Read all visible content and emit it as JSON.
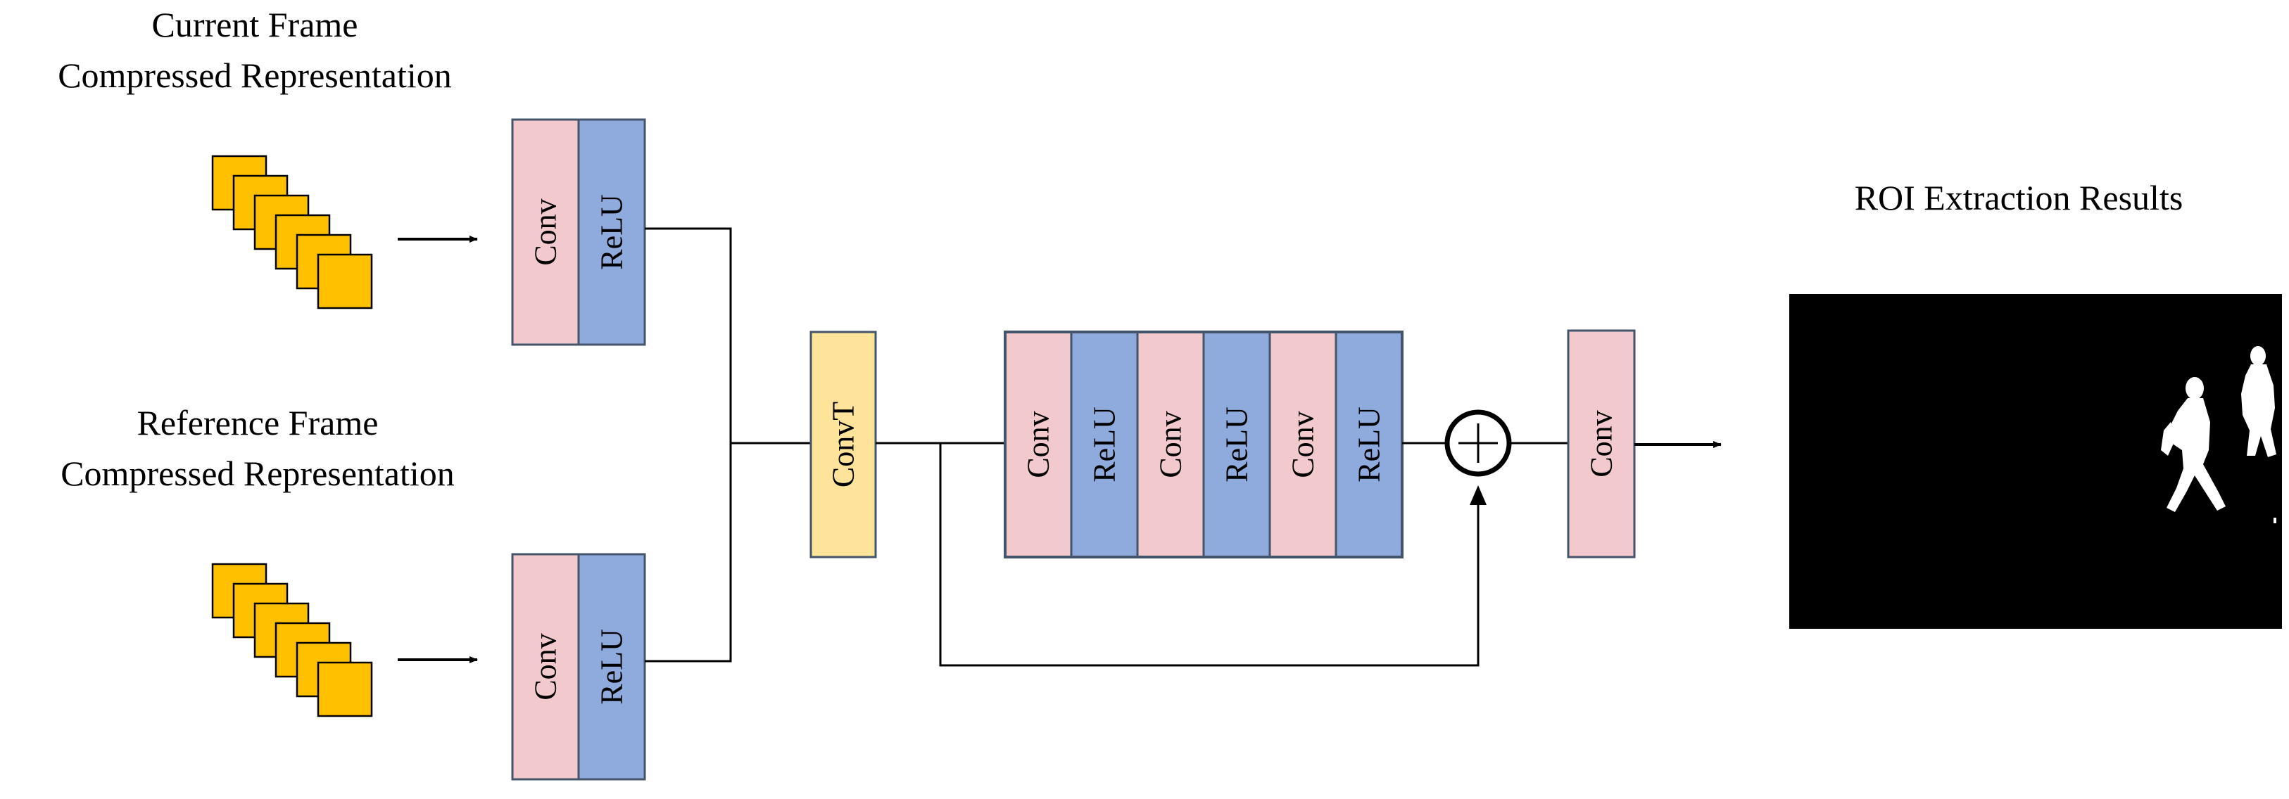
{
  "labels": {
    "current_frame_line1": "Current Frame",
    "current_frame_line2": "Compressed Representation",
    "reference_frame_line1": "Reference Frame",
    "reference_frame_line2": "Compressed Representation",
    "results_title": "ROI Extraction Results"
  },
  "blocks": {
    "conv": "Conv",
    "relu": "ReLU",
    "convt": "ConvT"
  },
  "colors": {
    "conv_fill": "#f2c9cc",
    "relu_fill": "#8faadc",
    "convt_fill": "#fde49a",
    "frame_fill": "#ffc000",
    "block_stroke": "#44546a",
    "line": "#000000",
    "result_bg": "#000000",
    "result_fg": "#ffffff"
  },
  "icons": {
    "adder": "circled-plus-icon",
    "arrow": "arrow-right-icon",
    "frames": "stacked-frames-icon"
  }
}
